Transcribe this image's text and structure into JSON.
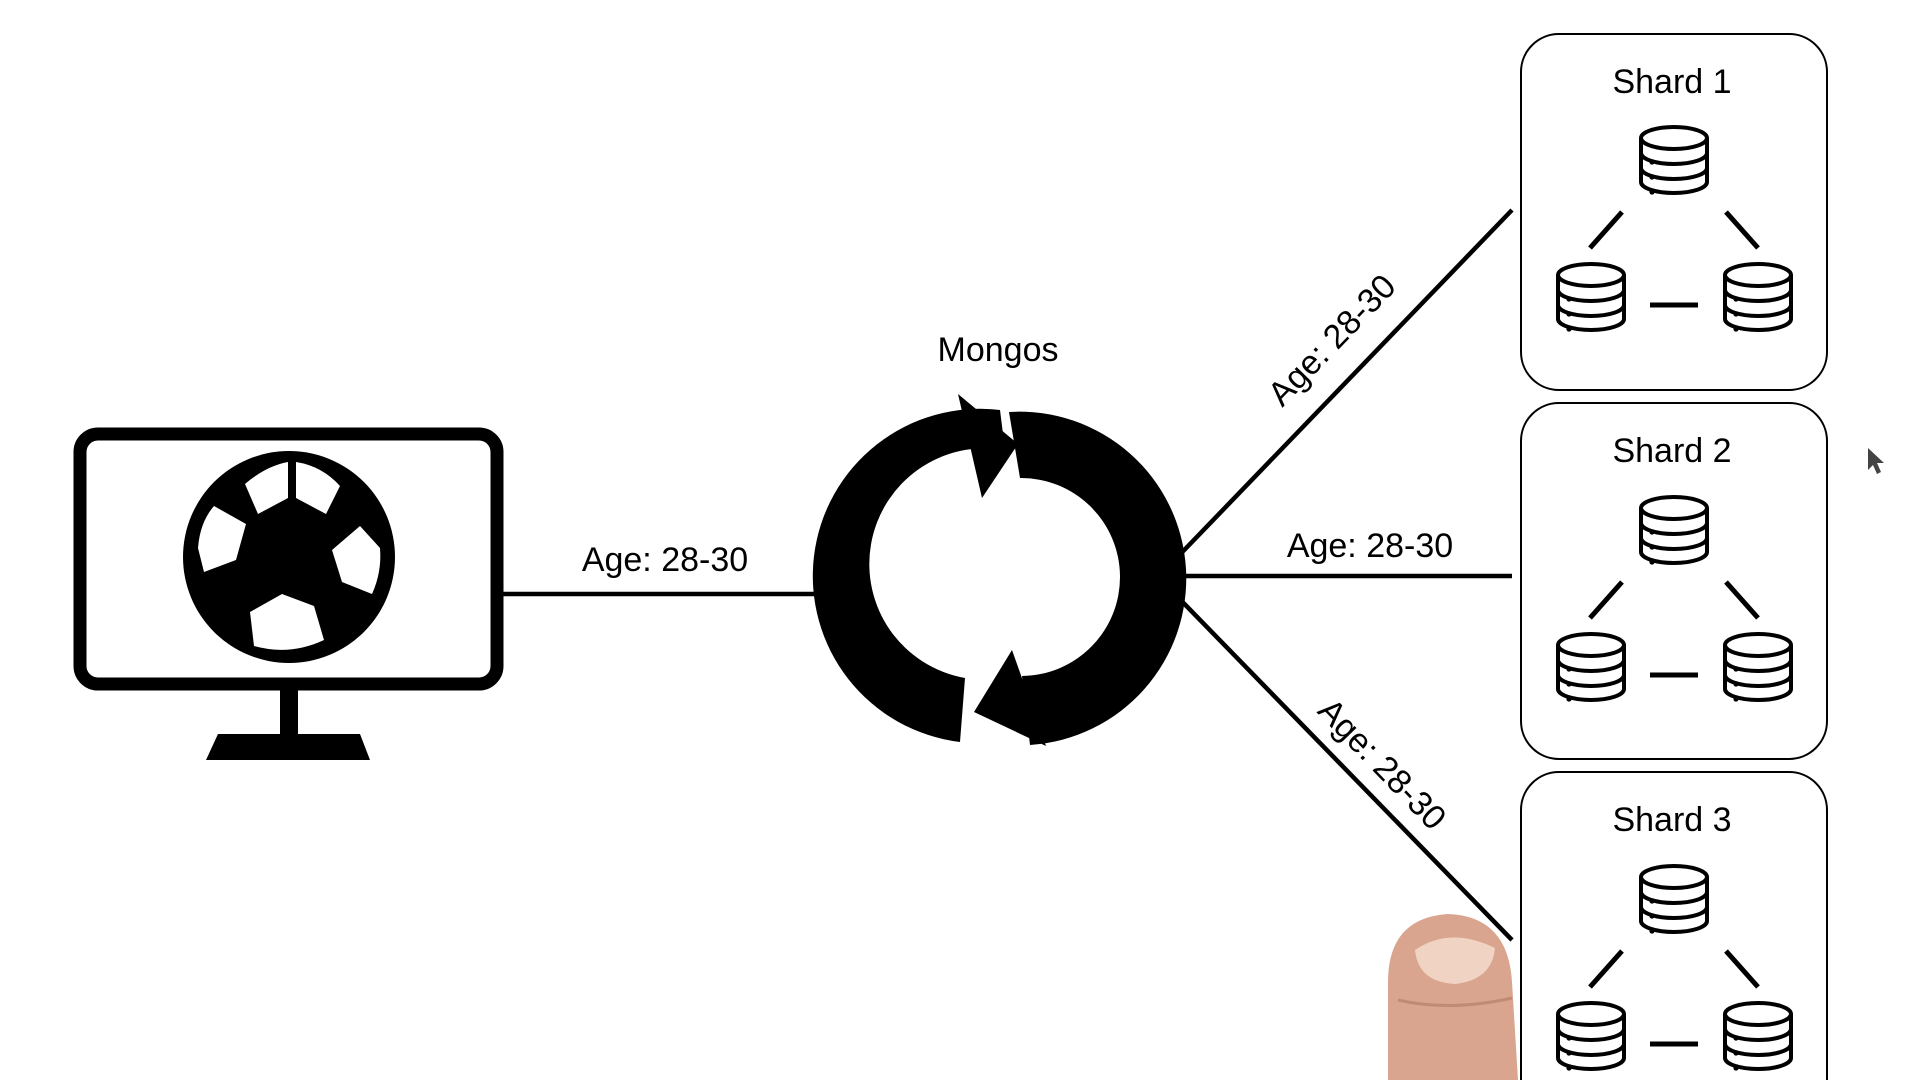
{
  "diagram": {
    "router": {
      "label": "Mongos",
      "icon": "sync-arrows-icon"
    },
    "client": {
      "icon": "monitor-soccer-icon"
    },
    "client_link": {
      "label": "Age: 28-30"
    },
    "shard_links": [
      {
        "label": "Age: 28-30"
      },
      {
        "label": "Age: 28-30"
      },
      {
        "label": "Age: 28-30"
      }
    ],
    "shards": [
      {
        "title": "Shard 1",
        "icon": "replica-set-icon"
      },
      {
        "title": "Shard 2",
        "icon": "replica-set-icon"
      },
      {
        "title": "Shard 3",
        "icon": "replica-set-icon"
      }
    ]
  },
  "colors": {
    "stroke": "#000000",
    "background": "#ffffff",
    "finger": "#d9a58e"
  }
}
